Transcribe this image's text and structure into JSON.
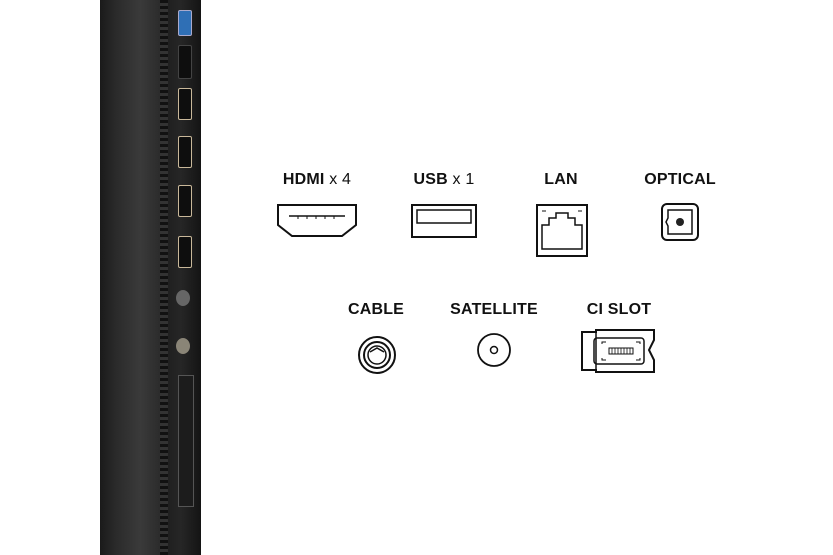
{
  "ports_top": [
    {
      "name": "HDMI",
      "count": "x 4",
      "icon": "hdmi-port-icon"
    },
    {
      "name": "USB",
      "count": "x 1",
      "icon": "usb-port-icon"
    },
    {
      "name": "LAN",
      "count": "",
      "icon": "lan-port-icon"
    },
    {
      "name": "OPTICAL",
      "count": "",
      "icon": "optical-port-icon"
    }
  ],
  "ports_bottom": [
    {
      "name": "CABLE",
      "icon": "cable-port-icon"
    },
    {
      "name": "SATELLITE",
      "icon": "satellite-port-icon"
    },
    {
      "name": "CI SLOT",
      "icon": "ci-slot-icon"
    }
  ],
  "colors": {
    "tv_body": "#2a2a2a",
    "usb_blue": "#2f6fb5",
    "port_trim": "#c9b89a",
    "text": "#111111"
  }
}
